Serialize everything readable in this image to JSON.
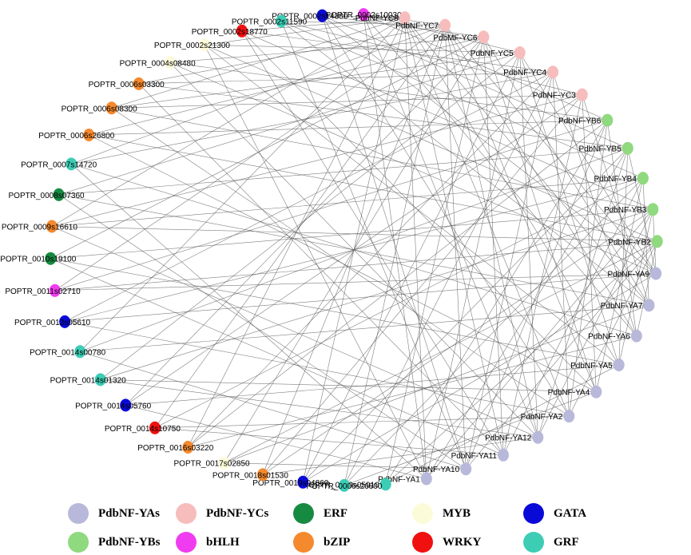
{
  "colors": {
    "PdbNF-YAs": "#b8b8db",
    "PdbNF-YBs": "#8fd97e",
    "PdbNF-YCs": "#f7bcbc",
    "bHLH": "#f03cf0",
    "ERF": "#178a42",
    "bZIP": "#f5892e",
    "MYB": "#fcfbd9",
    "WRKY": "#f01010",
    "GATA": "#0a0ad8",
    "GRF": "#3dcdb5"
  },
  "legend": [
    {
      "label": "PdbNF-YAs",
      "type": "PdbNF-YAs"
    },
    {
      "label": "PdbNF-YBs",
      "type": "PdbNF-YBs"
    },
    {
      "label": "PdbNF-YCs",
      "type": "PdbNF-YCs"
    },
    {
      "label": "bHLH",
      "type": "bHLH"
    },
    {
      "label": "ERF",
      "type": "ERF"
    },
    {
      "label": "bZIP",
      "type": "bZIP"
    },
    {
      "label": "MYB",
      "type": "MYB"
    },
    {
      "label": "WRKY",
      "type": "WRKY"
    },
    {
      "label": "GATA",
      "type": "GATA"
    },
    {
      "label": "GRF",
      "type": "GRF"
    }
  ],
  "nodes": [
    {
      "id": "POPTR_0002s14380",
      "type": "GATA"
    },
    {
      "id": "POPTR_0002s10030",
      "type": "bHLH"
    },
    {
      "id": "PdbNF-YC8",
      "type": "PdbNF-YCs"
    },
    {
      "id": "PdbNF-YC7",
      "type": "PdbNF-YCs"
    },
    {
      "id": "PdbMF-YC6",
      "type": "PdbNF-YCs"
    },
    {
      "id": "PdbNF-YC5",
      "type": "PdbNF-YCs"
    },
    {
      "id": "PdbNF-YC4",
      "type": "PdbNF-YCs"
    },
    {
      "id": "PdbNF-YC3",
      "type": "PdbNF-YCs"
    },
    {
      "id": "PdbNF-YB6",
      "type": "PdbNF-YBs"
    },
    {
      "id": "PdbNF-YB5",
      "type": "PdbNF-YBs"
    },
    {
      "id": "PdbNF-YB4",
      "type": "PdbNF-YBs"
    },
    {
      "id": "PdbNF-YB3",
      "type": "PdbNF-YBs"
    },
    {
      "id": "PdbNF-YB2",
      "type": "PdbNF-YBs"
    },
    {
      "id": "PdbNF-YA9",
      "type": "PdbNF-YAs"
    },
    {
      "id": "PdbNF-YA7",
      "type": "PdbNF-YAs"
    },
    {
      "id": "PdbNF-YA6",
      "type": "PdbNF-YAs"
    },
    {
      "id": "PdbNF-YA5",
      "type": "PdbNF-YAs"
    },
    {
      "id": "PdbNF-YA4",
      "type": "PdbNF-YAs"
    },
    {
      "id": "PdbNF-YA2",
      "type": "PdbNF-YAs"
    },
    {
      "id": "PdbNF-YA12",
      "type": "PdbNF-YAs"
    },
    {
      "id": "PdbNF-YA11",
      "type": "PdbNF-YAs"
    },
    {
      "id": "PdbNF-YA10",
      "type": "PdbNF-YAs"
    },
    {
      "id": "PdbNF-YA1",
      "type": "PdbNF-YAs"
    },
    {
      "id": "POPTR_0019s05910",
      "type": "GRF"
    },
    {
      "id": "POPTR_0006s26800",
      "type": "GRF"
    },
    {
      "id": "POPTR_0019s04860",
      "type": "GATA"
    },
    {
      "id": "POPTR_0018s01530",
      "type": "bZIP"
    },
    {
      "id": "POPTR_0017s02850",
      "type": "MYB"
    },
    {
      "id": "POPTR_0016s03220",
      "type": "bZIP"
    },
    {
      "id": "POPTR_0014s10750",
      "type": "WRKY"
    },
    {
      "id": "POPTR_0014s05760",
      "type": "GATA"
    },
    {
      "id": "POPTR_0014s01320",
      "type": "GRF"
    },
    {
      "id": "POPTR_0014s00780",
      "type": "GRF"
    },
    {
      "id": "POPTR_0013s05610",
      "type": "GATA"
    },
    {
      "id": "POPTR_0011s02710",
      "type": "bHLH"
    },
    {
      "id": "POPTR_0010s19100",
      "type": "ERF"
    },
    {
      "id": "POPTR_0009s16610",
      "type": "bZIP"
    },
    {
      "id": "POPTR_0008s07360",
      "type": "ERF"
    },
    {
      "id": "POPTR_0007s14720",
      "type": "GRF"
    },
    {
      "id": "POPTR_0006s26800",
      "type": "bZIP"
    },
    {
      "id": "POPTR_0006s08300",
      "type": "bZIP"
    },
    {
      "id": "POPTR_0006s03300",
      "type": "bZIP"
    },
    {
      "id": "POPTR_0004s08480",
      "type": "MYB"
    },
    {
      "id": "POPTR_0002s21300",
      "type": "MYB"
    },
    {
      "id": "POPTR_0002s18770",
      "type": "WRKY"
    },
    {
      "id": "POPTR_0002s11590",
      "type": "GRF"
    }
  ],
  "edges": [
    [
      0,
      2
    ],
    [
      0,
      4
    ],
    [
      0,
      9
    ],
    [
      0,
      13
    ],
    [
      0,
      18
    ],
    [
      0,
      21
    ],
    [
      1,
      3
    ],
    [
      1,
      5
    ],
    [
      1,
      8
    ],
    [
      1,
      15
    ],
    [
      1,
      19
    ],
    [
      1,
      22
    ],
    [
      44,
      2
    ],
    [
      44,
      6
    ],
    [
      44,
      11
    ],
    [
      44,
      17
    ],
    [
      44,
      20
    ],
    [
      45,
      3
    ],
    [
      45,
      7
    ],
    [
      45,
      10
    ],
    [
      45,
      14
    ],
    [
      45,
      21
    ],
    [
      43,
      2
    ],
    [
      43,
      5
    ],
    [
      43,
      12
    ],
    [
      43,
      16
    ],
    [
      43,
      22
    ],
    [
      42,
      4
    ],
    [
      42,
      8
    ],
    [
      42,
      13
    ],
    [
      42,
      19
    ],
    [
      41,
      3
    ],
    [
      41,
      6
    ],
    [
      41,
      9
    ],
    [
      41,
      20
    ],
    [
      40,
      2
    ],
    [
      40,
      5
    ],
    [
      40,
      7
    ],
    [
      40,
      11
    ],
    [
      40,
      18
    ],
    [
      39,
      4
    ],
    [
      39,
      8
    ],
    [
      39,
      12
    ],
    [
      39,
      17
    ],
    [
      38,
      3
    ],
    [
      38,
      6
    ],
    [
      38,
      15
    ],
    [
      38,
      22
    ],
    [
      37,
      5
    ],
    [
      37,
      9
    ],
    [
      37,
      14
    ],
    [
      37,
      21
    ],
    [
      36,
      2
    ],
    [
      36,
      7
    ],
    [
      36,
      10
    ],
    [
      36,
      12
    ],
    [
      36,
      19
    ],
    [
      35,
      4
    ],
    [
      35,
      11
    ],
    [
      35,
      16
    ],
    [
      35,
      20
    ],
    [
      34,
      3
    ],
    [
      34,
      8
    ],
    [
      34,
      12
    ],
    [
      34,
      13
    ],
    [
      33,
      6
    ],
    [
      33,
      10
    ],
    [
      33,
      13
    ],
    [
      33,
      18
    ],
    [
      32,
      2
    ],
    [
      32,
      9
    ],
    [
      32,
      14
    ],
    [
      32,
      21
    ],
    [
      31,
      5
    ],
    [
      31,
      11
    ],
    [
      31,
      17
    ],
    [
      31,
      19
    ],
    [
      30,
      4
    ],
    [
      30,
      7
    ],
    [
      30,
      16
    ],
    [
      30,
      22
    ],
    [
      29,
      3
    ],
    [
      29,
      10
    ],
    [
      29,
      18
    ],
    [
      29,
      20
    ],
    [
      28,
      2
    ],
    [
      28,
      6
    ],
    [
      28,
      8
    ],
    [
      28,
      15
    ],
    [
      27,
      4
    ],
    [
      27,
      12
    ],
    [
      27,
      14
    ],
    [
      27,
      21
    ],
    [
      26,
      3
    ],
    [
      26,
      7
    ],
    [
      26,
      11
    ],
    [
      26,
      19
    ],
    [
      25,
      2
    ],
    [
      25,
      5
    ],
    [
      25,
      9
    ],
    [
      25,
      13
    ],
    [
      24,
      3
    ],
    [
      24,
      6
    ],
    [
      24,
      10
    ],
    [
      24,
      17
    ],
    [
      23,
      4
    ],
    [
      23,
      8
    ],
    [
      23,
      12
    ],
    [
      23,
      16
    ],
    [
      22,
      2
    ],
    [
      22,
      5
    ],
    [
      22,
      9
    ],
    [
      22,
      11
    ],
    [
      21,
      3
    ],
    [
      21,
      6
    ],
    [
      21,
      8
    ],
    [
      21,
      12
    ],
    [
      20,
      2
    ],
    [
      20,
      4
    ],
    [
      20,
      7
    ],
    [
      20,
      10
    ],
    [
      19,
      3
    ],
    [
      19,
      5
    ],
    [
      19,
      9
    ],
    [
      19,
      11
    ],
    [
      18,
      2
    ],
    [
      18,
      6
    ],
    [
      18,
      8
    ],
    [
      18,
      12
    ],
    [
      17,
      3
    ],
    [
      17,
      4
    ],
    [
      17,
      7
    ],
    [
      17,
      10
    ],
    [
      16,
      2
    ],
    [
      16,
      5
    ],
    [
      16,
      9
    ],
    [
      16,
      11
    ],
    [
      15,
      3
    ],
    [
      15,
      6
    ],
    [
      15,
      8
    ],
    [
      15,
      12
    ],
    [
      14,
      2
    ],
    [
      14,
      4
    ],
    [
      14,
      7
    ],
    [
      14,
      10
    ],
    [
      13,
      3
    ],
    [
      13,
      5
    ],
    [
      13,
      9
    ],
    [
      13,
      11
    ]
  ]
}
